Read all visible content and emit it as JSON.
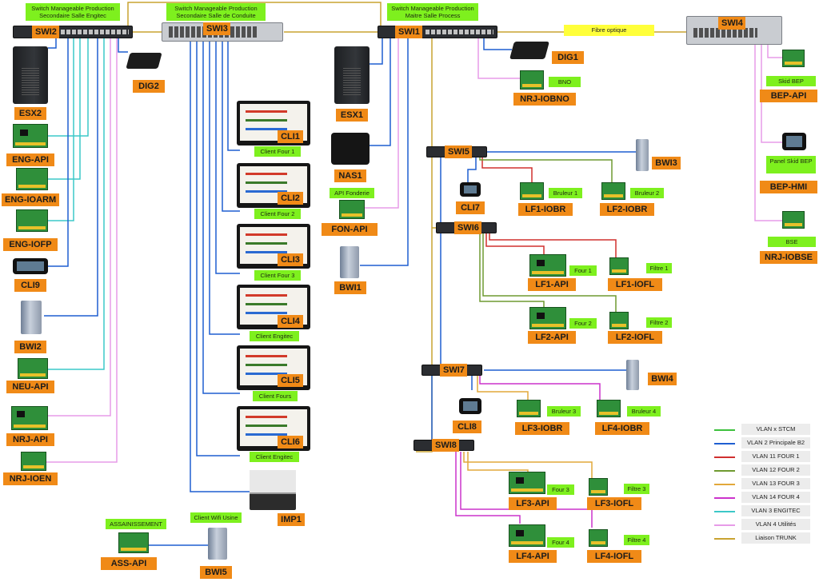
{
  "colors": {
    "stcm": "#3cc13c",
    "principale": "#1f5fd1",
    "four1": "#d0302f",
    "four2": "#6f9a30",
    "four3": "#e2a83a",
    "four4": "#cc33cc",
    "engitec": "#3cc8c8",
    "utilites": "#e79be8",
    "trunk": "#c9a331"
  },
  "switch_titles": {
    "swi2": "Switch Manageable Production Secondaire Salle Engitec",
    "swi3": "Switch Manageable Production Secondaire Salle de Conduite",
    "swi1": "Switch Manageable Production Maitre Salle Process"
  },
  "fibre_label": "Fibre optique",
  "nodes": {
    "swi2": "SWI2",
    "swi3": "SWI3",
    "swi1": "SWI1",
    "swi4": "SWI4",
    "swi5": "SWI5",
    "swi6": "SWI6",
    "swi7": "SWI7",
    "swi8": "SWI8",
    "esx2": "ESX2",
    "esx1": "ESX1",
    "nas1": "NAS1",
    "dig1": "DIG1",
    "dig2": "DIG2",
    "eng_api": "ENG-API",
    "eng_ioarm": "ENG-IOARM",
    "eng_iofp": "ENG-IOFP",
    "cli9": "CLI9",
    "bwi2": "BWI2",
    "neu_api": "NEU-API",
    "nrj_api": "NRJ-API",
    "nrj_ioen": "NRJ-IOEN",
    "cli1": "CLI1",
    "cli2": "CLI2",
    "cli3": "CLI3",
    "cli4": "CLI4",
    "cli5": "CLI5",
    "cli6": "CLI6",
    "imp1": "IMP1",
    "fon_api": "FON-API",
    "bwi1": "BWI1",
    "ass_api": "ASS-API",
    "bwi5": "BWI5",
    "nrj_iobno": "NRJ-IOBNO",
    "bep_api": "BEP-API",
    "bep_hmi": "BEP-HMI",
    "nrj_iobse": "NRJ-IOBSE",
    "bwi3": "BWI3",
    "cli7": "CLI7",
    "lf1_iobr": "LF1-IOBR",
    "lf2_iobr": "LF2-IOBR",
    "lf1_api": "LF1-API",
    "lf1_iofl": "LF1-IOFL",
    "lf2_api": "LF2-API",
    "lf2_iofl": "LF2-IOFL",
    "bwi4": "BWI4",
    "cli8": "CLI8",
    "lf3_iobr": "LF3-IOBR",
    "lf4_iobr": "LF4-IOBR",
    "lf3_api": "LF3-API",
    "lf3_iofl": "LF3-IOFL",
    "lf4_api": "LF4-API",
    "lf4_iofl": "LF4-IOFL"
  },
  "tags": {
    "client_four1": "Client Four 1",
    "client_four2": "Client Four 2",
    "client_four3": "Client Four 3",
    "client_engitec_a": "Client Engitec",
    "client_fours": "Client Fours",
    "client_engitec_b": "Client Engitec",
    "api_fonderie": "API Fonderie",
    "assainissement": "ASSAINISSEMENT",
    "client_wifi": "Client Wifi Usine",
    "bno": "BNO",
    "skid_bep": "Skid BEP",
    "panel_skid_bep": "Panel Skid BEP",
    "bse": "BSE",
    "bruleur1": "Bruleur 1",
    "bruleur2": "Bruleur 2",
    "bruleur3": "Bruleur 3",
    "bruleur4": "Bruleur 4",
    "four1": "Four 1",
    "filtre1": "Filtre 1",
    "four2": "Four 2",
    "filtre2": "Filtre 2",
    "four3": "Four 3",
    "filtre3": "Filtre 3",
    "four4": "Four 4",
    "filtre4": "Filtre 4"
  },
  "legend": [
    {
      "label": "VLAN x STCM",
      "color": "#3cc13c"
    },
    {
      "label": "VLAN 2 Principale B2",
      "color": "#1f5fd1"
    },
    {
      "label": "VLAN 11 FOUR 1",
      "color": "#d0302f"
    },
    {
      "label": "VLAN 12 FOUR 2",
      "color": "#6f9a30"
    },
    {
      "label": "VLAN 13 FOUR 3",
      "color": "#e2a83a"
    },
    {
      "label": "VLAN 14 FOUR 4",
      "color": "#cc33cc"
    },
    {
      "label": "VLAN 3 ENGITEC",
      "color": "#3cc8c8"
    },
    {
      "label": "VLAN 4 Utilités",
      "color": "#e79be8"
    },
    {
      "label": "Liaison TRUNK",
      "color": "#c9a331"
    }
  ]
}
